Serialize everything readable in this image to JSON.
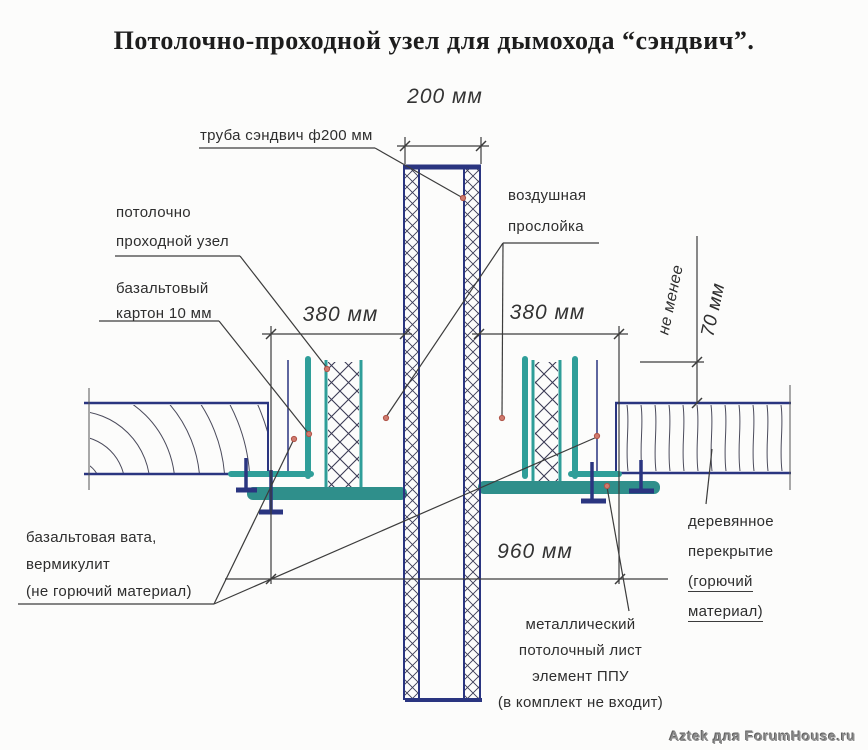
{
  "title": "Потолочно-проходной узел для дымохода “сэндвич”.",
  "watermark": "Aztek для ForumHouse.ru",
  "dims": {
    "d200": "200 мм",
    "d380_left": "380 мм",
    "d380_right": "380 мм",
    "d960": "960 мм",
    "d70_line1": "не менее",
    "d70_line2": "70 мм"
  },
  "labels": {
    "pipe": "труба сэндвич ф200 мм",
    "air_gap": {
      "l1": "воздушная",
      "l2": "прослойка"
    },
    "unit": {
      "l1": "потолочно",
      "l2": "проходной узел"
    },
    "cardboard": {
      "l1": "базальтовый",
      "l2": "картон 10 мм"
    },
    "wool": {
      "l1": "базальтовая вата,",
      "l2": "вермикулит",
      "l3": "(не горючий материал)"
    },
    "wood": {
      "l1": "деревянное",
      "l2": "перекрытие",
      "l3": "(горючий",
      "l4": "материал)"
    },
    "metal_sheet": {
      "l1": "металлический",
      "l2": "потолочный лист",
      "l3": "элемент ППУ",
      "l4": "(в комплект не входит)"
    }
  },
  "colors": {
    "navy": "#2a3580",
    "teal": "#2f9e99",
    "teal_dark": "#2f8f8b",
    "line": "#3c3c3c",
    "dot": "#cf7a6e",
    "text": "#2e2e2e",
    "bg": "#fcfcfb",
    "wm": "#8e8e8e"
  }
}
